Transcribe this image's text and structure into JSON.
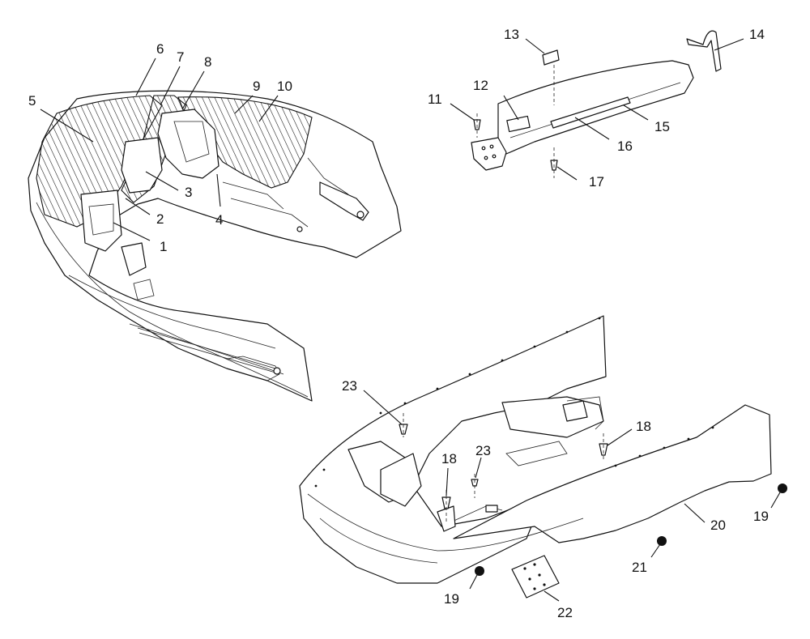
{
  "diagram": {
    "callouts": [
      {
        "id": "c1",
        "label": "1"
      },
      {
        "id": "c2",
        "label": "2"
      },
      {
        "id": "c3",
        "label": "3"
      },
      {
        "id": "c4",
        "label": "4"
      },
      {
        "id": "c5",
        "label": "5"
      },
      {
        "id": "c6",
        "label": "6"
      },
      {
        "id": "c7",
        "label": "7"
      },
      {
        "id": "c8",
        "label": "8"
      },
      {
        "id": "c9",
        "label": "9"
      },
      {
        "id": "c10",
        "label": "10"
      },
      {
        "id": "c11",
        "label": "11"
      },
      {
        "id": "c12",
        "label": "12"
      },
      {
        "id": "c13",
        "label": "13"
      },
      {
        "id": "c14",
        "label": "14"
      },
      {
        "id": "c15",
        "label": "15"
      },
      {
        "id": "c16",
        "label": "16"
      },
      {
        "id": "c17",
        "label": "17"
      },
      {
        "id": "c18a",
        "label": "18"
      },
      {
        "id": "c18b",
        "label": "18"
      },
      {
        "id": "c19a",
        "label": "19"
      },
      {
        "id": "c19b",
        "label": "19"
      },
      {
        "id": "c20",
        "label": "20"
      },
      {
        "id": "c21",
        "label": "21"
      },
      {
        "id": "c22",
        "label": "22"
      },
      {
        "id": "c23a",
        "label": "23"
      },
      {
        "id": "c23b",
        "label": "23"
      }
    ]
  }
}
